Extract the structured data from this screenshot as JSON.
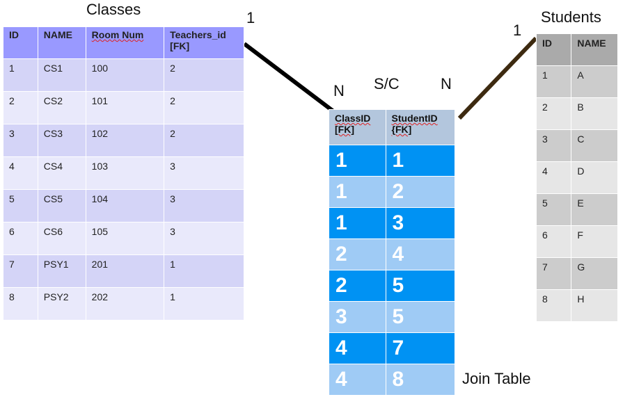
{
  "labels": {
    "classes_title": "Classes",
    "students_title": "Students",
    "join_title": "S/C",
    "join_caption": "Join Table",
    "classes_cardinality": "1",
    "students_cardinality": "1",
    "join_left_cardinality": "N",
    "join_right_cardinality": "N"
  },
  "classes": {
    "headers": [
      "ID",
      "NAME",
      "Room Num",
      "Teachers_id [FK]"
    ],
    "rows": [
      [
        "1",
        "CS1",
        "100",
        "2"
      ],
      [
        "2",
        "CS2",
        "101",
        "2"
      ],
      [
        "3",
        "CS3",
        "102",
        "2"
      ],
      [
        "4",
        "CS4",
        "103",
        "3"
      ],
      [
        "5",
        "CS5",
        "104",
        "3"
      ],
      [
        "6",
        "CS6",
        "105",
        "3"
      ],
      [
        "7",
        "PSY1",
        "201",
        "1"
      ],
      [
        "8",
        "PSY2",
        "202",
        "1"
      ]
    ]
  },
  "students": {
    "headers": [
      "ID",
      "NAME"
    ],
    "rows": [
      [
        "1",
        "A"
      ],
      [
        "2",
        "B"
      ],
      [
        "3",
        "C"
      ],
      [
        "4",
        "D"
      ],
      [
        "5",
        "E"
      ],
      [
        "6",
        "F"
      ],
      [
        "7",
        "G"
      ],
      [
        "8",
        "H"
      ]
    ]
  },
  "join": {
    "headers": [
      "ClassID [FK]",
      "StudentID {FK]"
    ],
    "rows": [
      [
        "1",
        "1"
      ],
      [
        "1",
        "2"
      ],
      [
        "1",
        "3"
      ],
      [
        "2",
        "4"
      ],
      [
        "2",
        "5"
      ],
      [
        "3",
        "5"
      ],
      [
        "4",
        "7"
      ],
      [
        "4",
        "8"
      ]
    ]
  },
  "colors": {
    "classes_header": "#9999ff",
    "classes_row_dark": "#d4d4f7",
    "classes_row_light": "#e9e9fb",
    "students_header": "#aaaaaa",
    "join_header": "#b3c6dd",
    "join_row_dark": "#0092f3",
    "join_row_light": "#9fcbf5",
    "connector_left": "#000000",
    "connector_right": "#3d2a10"
  }
}
